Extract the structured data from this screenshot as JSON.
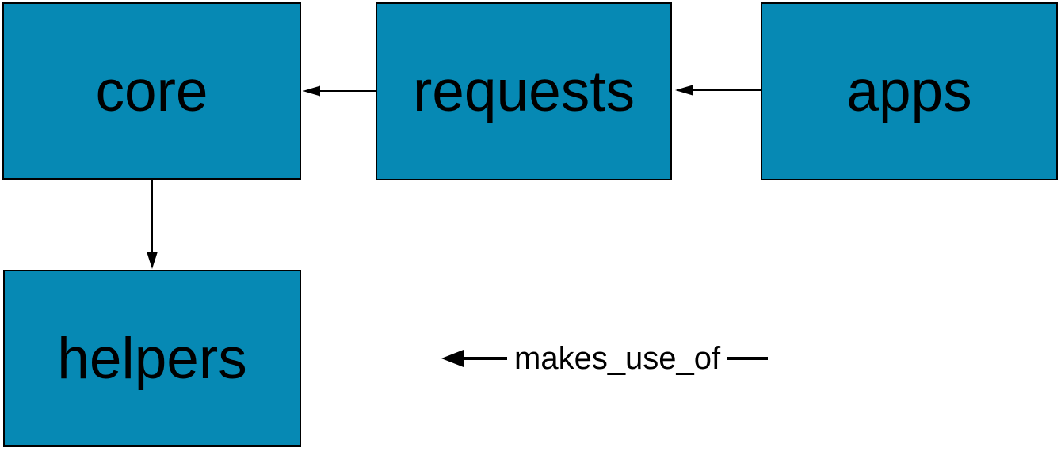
{
  "diagram": {
    "type": "dependency-graph",
    "nodes": [
      {
        "id": "core",
        "label": "core"
      },
      {
        "id": "requests",
        "label": "requests"
      },
      {
        "id": "apps",
        "label": "apps"
      },
      {
        "id": "helpers",
        "label": "helpers"
      }
    ],
    "edges": [
      {
        "from": "requests",
        "to": "core",
        "relation": "makes_use_of"
      },
      {
        "from": "apps",
        "to": "requests",
        "relation": "makes_use_of"
      },
      {
        "from": "core",
        "to": "helpers",
        "relation": "makes_use_of"
      }
    ],
    "legend": {
      "label": "makes_use_of"
    },
    "colors": {
      "node_fill": "#0689b4",
      "node_border": "#000000",
      "edge": "#000000",
      "node_text": "#000000",
      "background": "#ffffff"
    }
  }
}
